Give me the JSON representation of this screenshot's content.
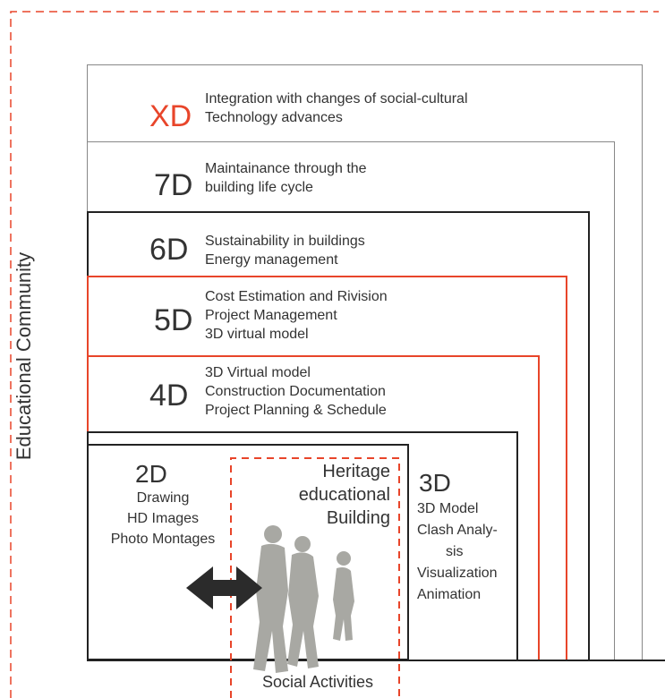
{
  "side_label": "Educational Community",
  "layers": [
    {
      "code": "XD",
      "code_color": "#e8452a",
      "lines": [
        "Integration with changes of social-cultural",
        "Technology advances"
      ]
    },
    {
      "code": "7D",
      "code_color": "#333333",
      "lines": [
        "Maintainance through the",
        "building life cycle"
      ]
    },
    {
      "code": "6D",
      "code_color": "#333333",
      "lines": [
        "Sustainability in buildings",
        "Energy management"
      ]
    },
    {
      "code": "5D",
      "code_color": "#333333",
      "lines": [
        "Cost Estimation and Rivision",
        "Project Management",
        "3D virtual model"
      ]
    },
    {
      "code": "4D",
      "code_color": "#333333",
      "lines": [
        "3D Virtual model",
        "Construction Documentation",
        "Project Planning & Schedule"
      ]
    }
  ],
  "d3": {
    "code": "3D",
    "lines": [
      "3D Model",
      "Clash Analy-",
      "sis",
      "Visualization",
      "Animation"
    ]
  },
  "d2": {
    "code": "2D",
    "lines": [
      "Drawing",
      "HD Images",
      "Photo Montages"
    ]
  },
  "heritage": {
    "lines": [
      "Heritage",
      "educational",
      "Building"
    ]
  },
  "social": "Social Activities",
  "colors": {
    "accent": "#e8452a",
    "frame_dark": "#222222",
    "frame_light": "#888888",
    "people": "#a8a8a3",
    "arrow": "#2b2b2b"
  }
}
